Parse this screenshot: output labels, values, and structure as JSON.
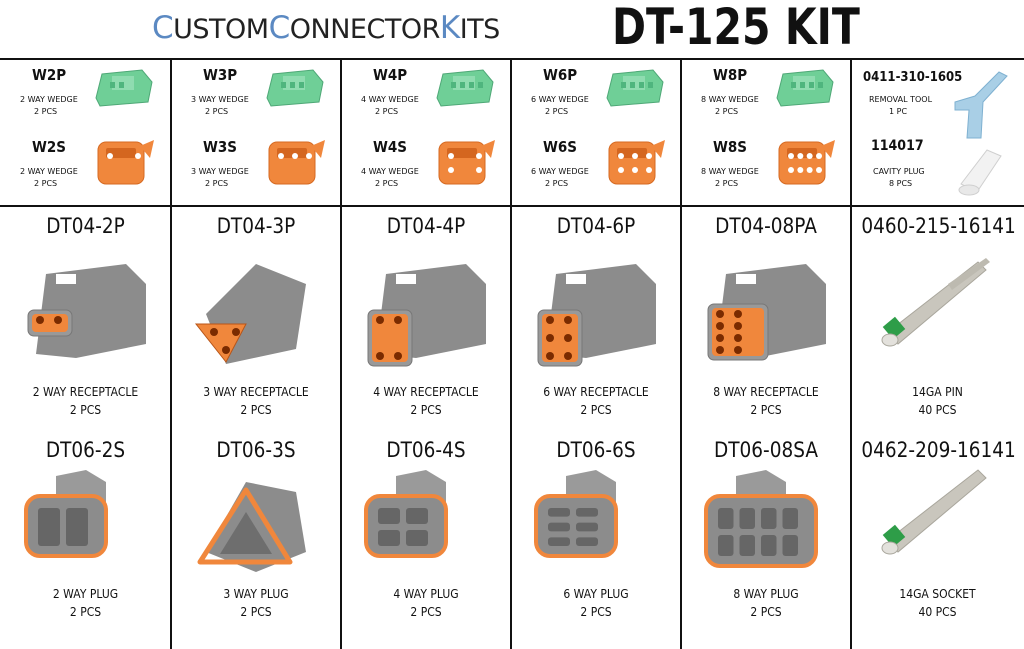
{
  "brand": {
    "c1": "C",
    "w1": "USTOM",
    "c2": "C",
    "w2": "ONNECTOR",
    "c3": "K",
    "w3": "ITS"
  },
  "title": "DT-125 KIT",
  "colors": {
    "green": "#6fcf97",
    "orange": "#f0873c",
    "gray": "#8c8c8c",
    "brand_accent": "#5b89c2",
    "tool_blue": "#a9cfe6"
  },
  "wedges": [
    {
      "p_code": "W2P",
      "p_desc": "2 WAY WEDGE",
      "p_qty": "2 PCS",
      "s_code": "W2S",
      "s_desc": "2 WAY WEDGE",
      "s_qty": "2 PCS"
    },
    {
      "p_code": "W3P",
      "p_desc": "3 WAY WEDGE",
      "p_qty": "2 PCS",
      "s_code": "W3S",
      "s_desc": "3 WAY WEDGE",
      "s_qty": "2 PCS"
    },
    {
      "p_code": "W4P",
      "p_desc": "4 WAY WEDGE",
      "p_qty": "2 PCS",
      "s_code": "W4S",
      "s_desc": "4 WAY WEDGE",
      "s_qty": "2 PCS"
    },
    {
      "p_code": "W6P",
      "p_desc": "6 WAY WEDGE",
      "p_qty": "2 PCS",
      "s_code": "W6S",
      "s_desc": "6 WAY WEDGE",
      "s_qty": "2 PCS"
    },
    {
      "p_code": "W8P",
      "p_desc": "8 WAY WEDGE",
      "p_qty": "2 PCS",
      "s_code": "W8S",
      "s_desc": "8 WAY WEDGE",
      "s_qty": "2 PCS"
    }
  ],
  "tools": {
    "removal_code": "0411-310-1605",
    "removal_desc": "REMOVAL TOOL",
    "removal_qty": "1 PC",
    "plug_code": "114017",
    "plug_desc": "CAVITY PLUG",
    "plug_qty": "8 PCS"
  },
  "receptacles": [
    {
      "code": "DT04-2P",
      "desc": "2 WAY RECEPTACLE",
      "qty": "2 PCS"
    },
    {
      "code": "DT04-3P",
      "desc": "3 WAY RECEPTACLE",
      "qty": "2 PCS"
    },
    {
      "code": "DT04-4P",
      "desc": "4 WAY RECEPTACLE",
      "qty": "2 PCS"
    },
    {
      "code": "DT04-6P",
      "desc": "6 WAY RECEPTACLE",
      "qty": "2 PCS"
    },
    {
      "code": "DT04-08PA",
      "desc": "8 WAY RECEPTACLE",
      "qty": "2 PCS"
    },
    {
      "code": "0460-215-16141",
      "desc": "14GA PIN",
      "qty": "40 PCS"
    }
  ],
  "plugs": [
    {
      "code": "DT06-2S",
      "desc": "2 WAY PLUG",
      "qty": "2 PCS"
    },
    {
      "code": "DT06-3S",
      "desc": "3 WAY PLUG",
      "qty": "2 PCS"
    },
    {
      "code": "DT06-4S",
      "desc": "4 WAY PLUG",
      "qty": "2 PCS"
    },
    {
      "code": "DT06-6S",
      "desc": "6 WAY PLUG",
      "qty": "2 PCS"
    },
    {
      "code": "DT06-08SA",
      "desc": "8 WAY PLUG",
      "qty": "2 PCS"
    },
    {
      "code": "0462-209-16141",
      "desc": "14GA SOCKET",
      "qty": "40 PCS"
    }
  ]
}
